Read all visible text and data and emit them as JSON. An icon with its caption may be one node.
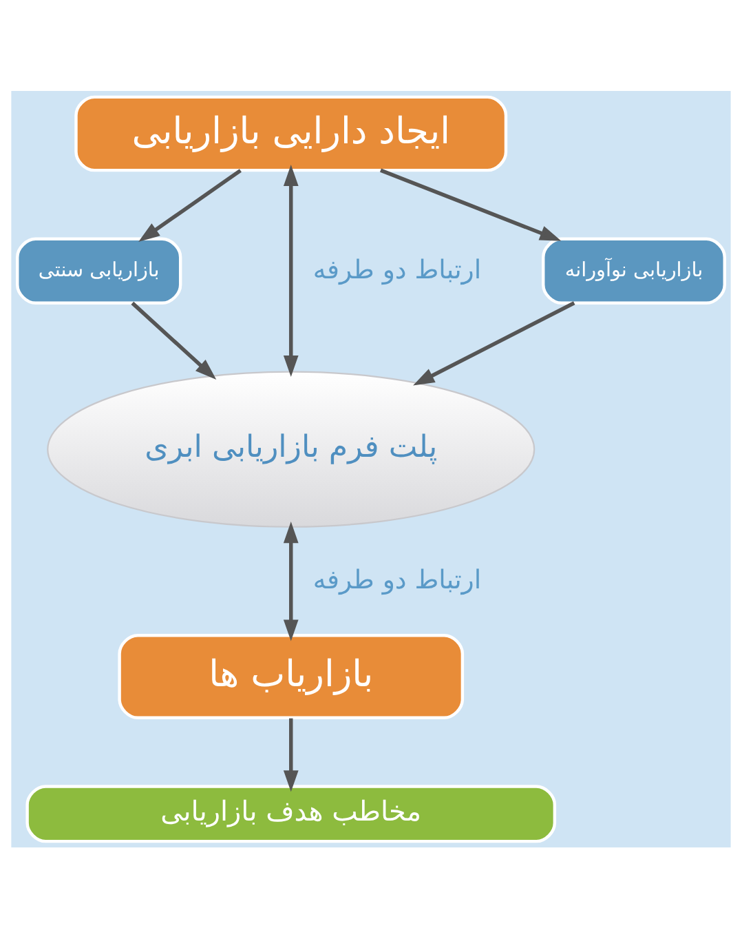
{
  "diagram": {
    "nodes": [
      {
        "text": [
          "ایجاد دارایی بازاریابی"
        ]
      },
      {
        "text": [
          "بازاریابی سنتی"
        ]
      },
      {
        "text": [
          "بازاریابی نوآورانه"
        ]
      },
      {
        "text": [
          "پلت فرم بازاریابی ابری"
        ]
      },
      {
        "text": [
          "بازاریاب ها"
        ]
      },
      {
        "text": [
          "مخاطب هدف بازاریابی"
        ]
      }
    ],
    "edges": [
      {
        "from": 0,
        "to": 1,
        "arrow": "to"
      },
      {
        "from": 0,
        "to": 3,
        "arrow": "both",
        "label": "ارتباط دو طرفه"
      },
      {
        "from": 0,
        "to": 2,
        "arrow": "to"
      },
      {
        "from": 1,
        "to": 3,
        "arrow": "to"
      },
      {
        "from": 2,
        "to": 3,
        "arrow": "to"
      },
      {
        "from": 3,
        "to": 4,
        "arrow": "both",
        "label": "ارتباط دو طرفه"
      },
      {
        "from": 4,
        "to": 5,
        "arrow": "to"
      }
    ]
  }
}
